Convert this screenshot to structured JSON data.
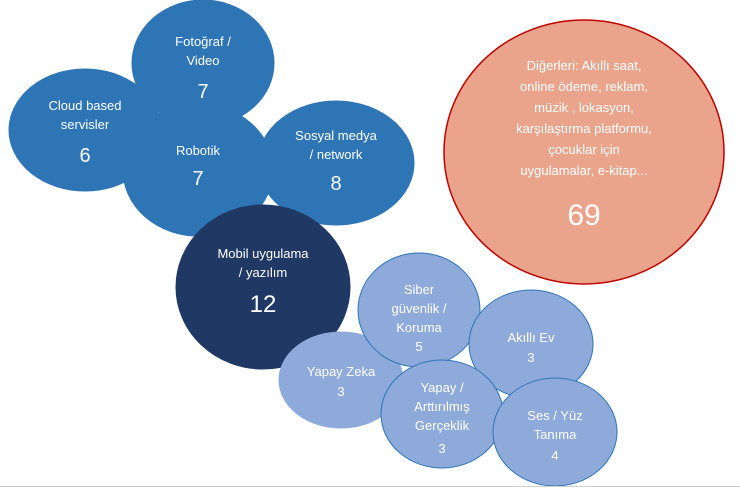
{
  "colors": {
    "medium_blue": "#2e75b6",
    "dark_navy": "#203864",
    "light_blue": "#8eaadb",
    "salmon": "#e9a48b",
    "red_outline": "#c00000",
    "white": "#ffffff"
  },
  "bubbles": [
    {
      "id": "robotik",
      "label_lines": [
        "Robotik"
      ],
      "value": "7"
    },
    {
      "id": "cloud",
      "label_lines": [
        "Cloud based",
        "servisler"
      ],
      "value": "6"
    },
    {
      "id": "fotograf",
      "label_lines": [
        "Fotoğraf /",
        "Video"
      ],
      "value": "7"
    },
    {
      "id": "sosyal",
      "label_lines": [
        "Sosyal medya",
        "/ network"
      ],
      "value": "8"
    },
    {
      "id": "mobil",
      "label_lines": [
        "Mobil uygulama",
        "/ yazılım"
      ],
      "value": "12"
    },
    {
      "id": "digerleri",
      "label_lines": [
        "Diğerleri: Akıllı saat,",
        "online ödeme, reklam,",
        "müzik , lokasyon,",
        "karşılaştırma platformu,",
        "çocuklar için",
        "uygulamalar, e-kitap..."
      ],
      "value": "69"
    },
    {
      "id": "yapay-zeka",
      "label_lines": [
        "Yapay Zeka"
      ],
      "value": "3"
    },
    {
      "id": "siber",
      "label_lines": [
        "Siber",
        "güvenlik /",
        "Koruma"
      ],
      "value": "5"
    },
    {
      "id": "akilli-ev",
      "label_lines": [
        "Akıllı Ev"
      ],
      "value": "3"
    },
    {
      "id": "ar",
      "label_lines": [
        "Yapay /",
        "Arttırılmış",
        "Gerçeklik"
      ],
      "value": "3"
    },
    {
      "id": "ses-yuz",
      "label_lines": [
        "Ses / Yüz",
        "Tanıma"
      ],
      "value": "4"
    }
  ]
}
